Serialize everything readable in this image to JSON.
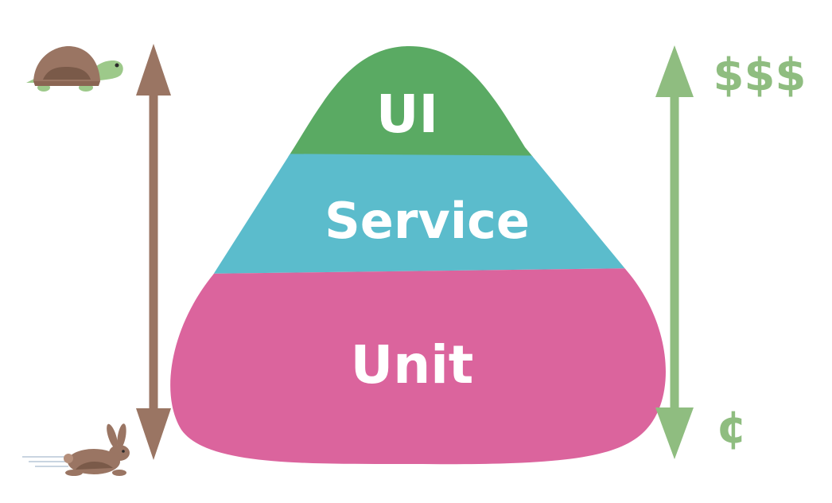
{
  "pyramid": {
    "layers": [
      {
        "label": "UI",
        "color": "#5aaa63"
      },
      {
        "label": "Service",
        "color": "#5bbccc"
      },
      {
        "label": "Unit",
        "color": "#db649d"
      }
    ]
  },
  "speed_axis": {
    "color": "#9a7563",
    "top_icon": "turtle-icon",
    "bottom_icon": "rabbit-icon"
  },
  "cost_axis": {
    "color": "#8fbd80",
    "top_label": "$$$",
    "bottom_label": "¢"
  }
}
